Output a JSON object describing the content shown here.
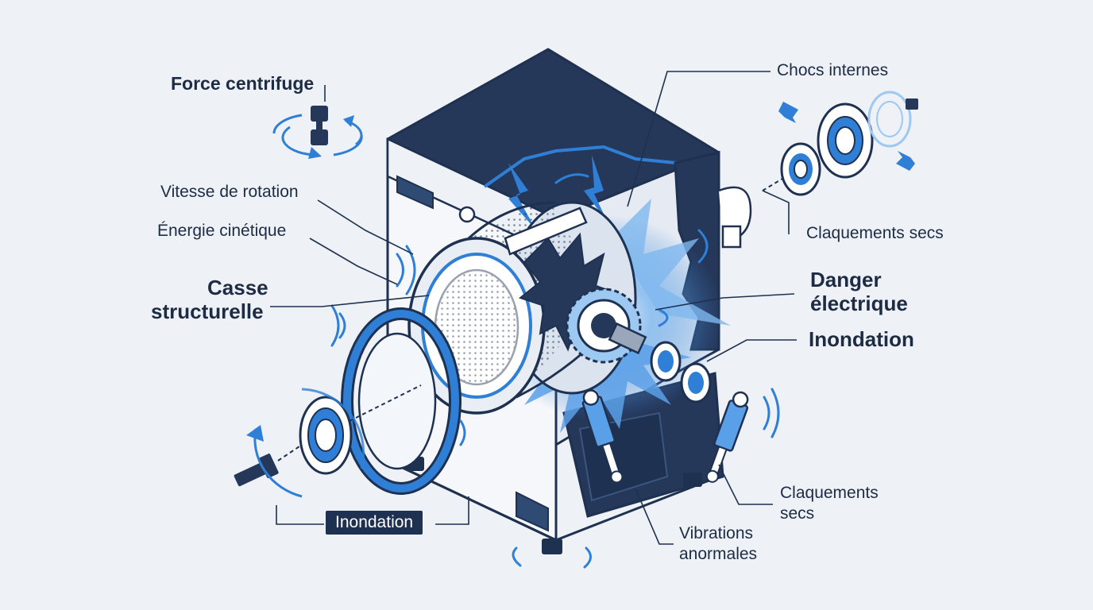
{
  "labels": {
    "force_centrifuge": "Force centrifuge",
    "vitesse_rotation": "Vitesse de rotation",
    "energie_cinetique": "Énergie cinétique",
    "casse_structurelle_1": "Casse",
    "casse_structurelle_2": "structurelle",
    "chocs_internes": "Chocs internes",
    "claquements_secs_top": "Claquements secs",
    "danger_electrique_1": "Danger",
    "danger_electrique_2": "électrique",
    "inondation_right": "Inondation",
    "inondation_bottom": "Inondation",
    "claquements_secs_bottom_1": "Claquements",
    "claquements_secs_bottom_2": "secs",
    "vibrations_anormales_1": "Vibrations",
    "vibrations_anormales_2": "anormales"
  },
  "colors": {
    "navy": "#1f3150",
    "accent_blue": "#2f7fd6",
    "light_blue": "#9cc8f2",
    "body_fill": "#f3f5f9",
    "background": "#eef1f6"
  }
}
